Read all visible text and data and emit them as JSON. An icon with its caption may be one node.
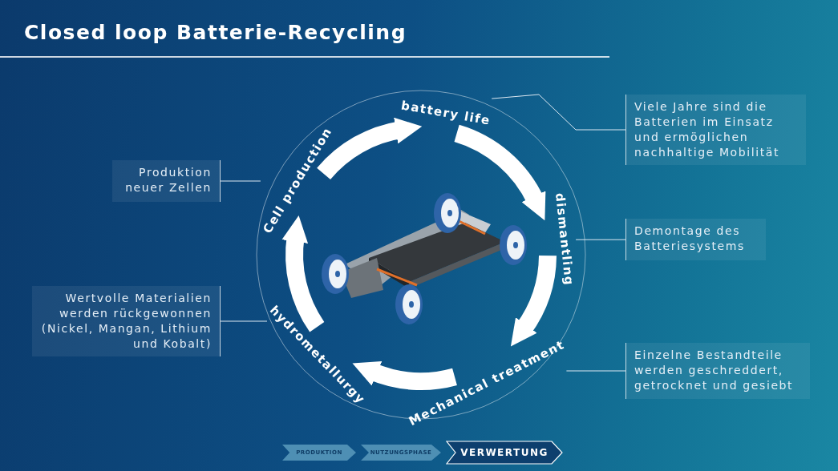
{
  "diagram": {
    "title": "Closed loop Batterie-Recycling",
    "nodes": [
      {
        "text": [
          "battery life"
        ]
      },
      {
        "text": [
          "dismantling"
        ]
      },
      {
        "text": [
          "Mechanical treatment"
        ]
      },
      {
        "text": [
          "hydrometallurgy"
        ]
      },
      {
        "text": [
          "Cell production"
        ]
      },
      {
        "text": [
          "Produktion neuer Zellen"
        ]
      },
      {
        "text": [
          "Viele Jahre sind die Batterien im Einsatz und ermöglichen nachhaltige Mobilität"
        ]
      },
      {
        "text": [
          "Demontage des Batteriesystems"
        ]
      },
      {
        "text": [
          "Wertvolle Materialien werden rückgewonnen (Nickel, Mangan, Lithium und Kobalt)"
        ]
      },
      {
        "text": [
          "Einzelne Bestandteile werden geschreddert, getrocknet und gesiebt"
        ]
      },
      {
        "text": [
          "PRODUKTION"
        ]
      },
      {
        "text": [
          "NUTZUNGSPHASE"
        ]
      },
      {
        "text": [
          "VERWERTUNG"
        ]
      }
    ],
    "edges": [
      {
        "from": 0,
        "to": 1,
        "arrow": "to",
        "style": "thick"
      },
      {
        "from": 1,
        "to": 2,
        "arrow": "to",
        "style": "thick"
      },
      {
        "from": 2,
        "to": 3,
        "arrow": "to",
        "style": "thick"
      },
      {
        "from": 3,
        "to": 4,
        "arrow": "to",
        "style": "thick"
      },
      {
        "from": 4,
        "to": 0,
        "arrow": "to",
        "style": "thick"
      },
      {
        "from": 5,
        "to": 4,
        "arrow": "none"
      },
      {
        "from": 6,
        "to": 0,
        "arrow": "none"
      },
      {
        "from": 7,
        "to": 1,
        "arrow": "none"
      },
      {
        "from": 8,
        "to": 3,
        "arrow": "none"
      },
      {
        "from": 9,
        "to": 2,
        "arrow": "none"
      }
    ]
  }
}
